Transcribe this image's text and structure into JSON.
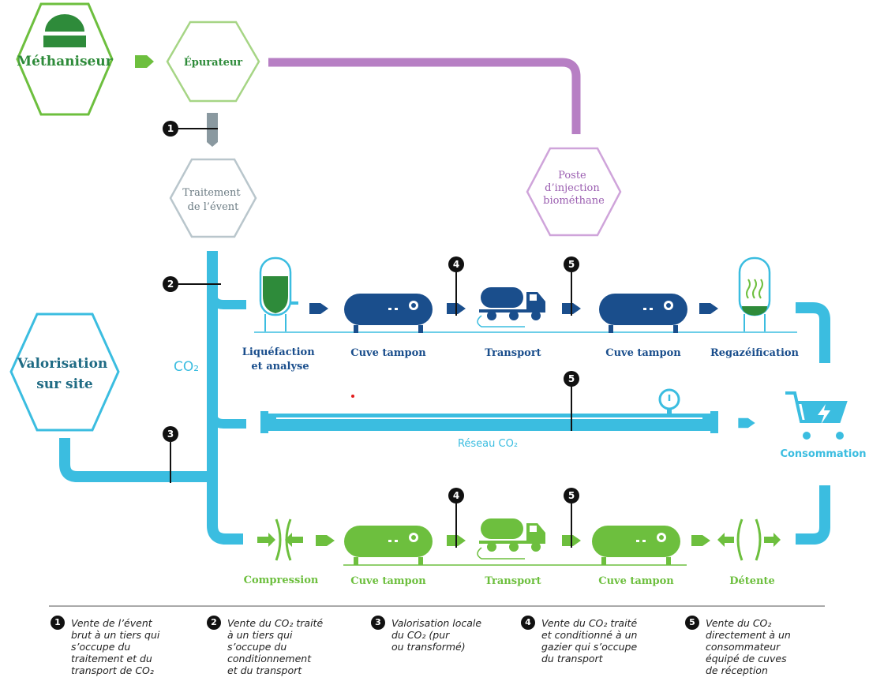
{
  "nodes": {
    "methaniseur": "Méthaniseur",
    "epurateur": "Épurateur",
    "traitement": [
      "Traitement",
      "de l’évent"
    ],
    "poste": [
      "Poste",
      "d’injection",
      "biométhane"
    ],
    "valorisation": [
      "Valorisation",
      "sur site"
    ],
    "co2": "CO₂",
    "consommation": "Consommation"
  },
  "row1": {
    "liquefaction": [
      "Liquéfaction",
      "et analyse"
    ],
    "cuve1": "Cuve tampon",
    "transport": "Transport",
    "cuve2": "Cuve tampon",
    "regaz": "Regazéification"
  },
  "row2": {
    "reseau": "Réseau CO₂"
  },
  "row3": {
    "compression": "Compression",
    "cuve1": "Cuve tampon",
    "transport": "Transport",
    "cuve2": "Cuve tampon",
    "detente": "Détente"
  },
  "markers": {
    "m1": "1",
    "m2": "2",
    "m3": "3",
    "m4": "4",
    "m5": "5"
  },
  "legend": [
    {
      "num": "1",
      "text": "Vente de l’évent\nbrut à un tiers qui\ns’occupe du\ntraitement et du\ntransport de CO₂"
    },
    {
      "num": "2",
      "text": "Vente du CO₂ traité\nà un tiers qui\ns’occupe du\nconditionnement\net du transport"
    },
    {
      "num": "3",
      "text": "Valorisation locale\ndu CO₂ (pur\nou transformé)"
    },
    {
      "num": "4",
      "text": "Vente du CO₂ traité\net conditionné à un\ngazier qui s’occupe\ndu transport"
    },
    {
      "num": "5",
      "text": "Vente du CO₂\ndirectement à un\nconsommateur\néquipé de cuves\nde réception"
    }
  ],
  "colors": {
    "green": "#6dbf3e",
    "dark_green": "#2e8b3a",
    "purple": "#b77fc4",
    "light_blue": "#3bbde0",
    "dark_blue": "#1a4e8c",
    "grey": "#8a99a0"
  }
}
